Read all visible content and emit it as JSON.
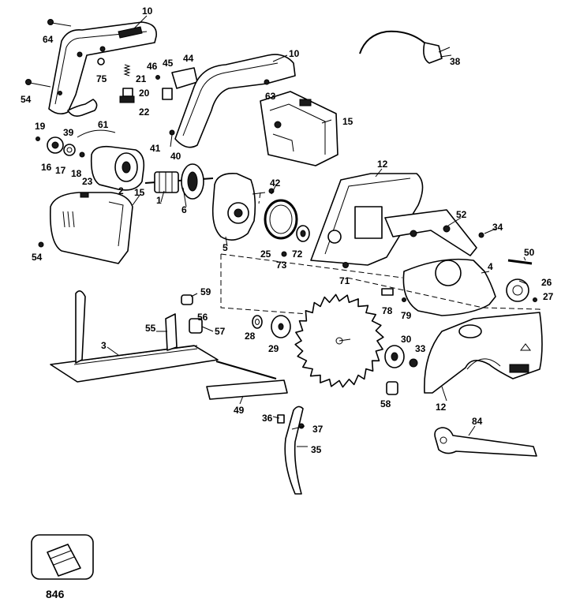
{
  "diagram": {
    "callouts": {
      "c10a": "10",
      "c64": "64",
      "c75": "75",
      "c21": "21",
      "c46": "46",
      "c45": "45",
      "c44": "44",
      "c10b": "10",
      "c38": "38",
      "c54a": "54",
      "c20": "20",
      "c22": "22",
      "c63": "63",
      "c15a": "15",
      "c39": "39",
      "c61": "61",
      "c19": "19",
      "c41": "41",
      "c40": "40",
      "c16": "16",
      "c17": "17",
      "c18": "18",
      "c2": "2",
      "c12a": "12",
      "c23": "23",
      "c1": "1",
      "c6": "6",
      "c42": "42",
      "c15b": "15",
      "c52": "52",
      "c34": "34",
      "c54b": "54",
      "c5": "5",
      "c25": "25",
      "c72": "72",
      "c73": "73",
      "c50": "50",
      "c4": "4",
      "c71": "71",
      "c26": "26",
      "c27": "27",
      "c59": "59",
      "c78": "78",
      "c79": "79",
      "c56": "56",
      "c55": "55",
      "c57": "57",
      "c28": "28",
      "c29": "29",
      "c3": "3",
      "c30": "30",
      "c33": "33",
      "c58": "58",
      "c12b": "12",
      "c49": "49",
      "c84": "84",
      "c36": "36",
      "c37": "37",
      "c35": "35",
      "c846": "846"
    }
  }
}
